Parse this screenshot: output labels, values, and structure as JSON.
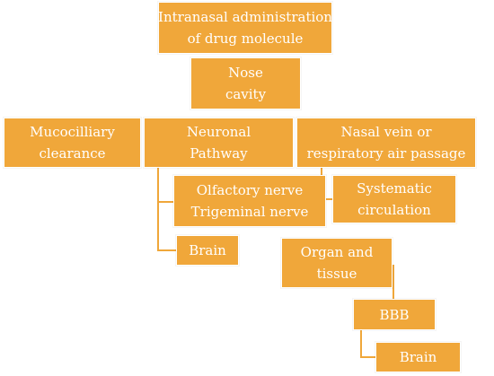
{
  "diagram": {
    "root": {
      "lines": [
        "Intranasal administration",
        "of drug molecule"
      ]
    },
    "nose_cavity": {
      "lines": [
        "Nose",
        "cavity"
      ]
    },
    "mucociliary": {
      "lines": [
        "Mucocilliary",
        "clearance"
      ]
    },
    "neuronal": {
      "lines": [
        "Neuronal",
        "Pathway"
      ]
    },
    "nasal_vein": {
      "lines": [
        "Nasal vein or",
        "respiratory air passage"
      ]
    },
    "nerves": {
      "lines": [
        "Olfactory nerve",
        "Trigeminal nerve"
      ]
    },
    "systematic": {
      "lines": [
        "Systematic",
        "circulation"
      ]
    },
    "brain_neuronal": {
      "lines": [
        "Brain"
      ]
    },
    "organ_tissue": {
      "lines": [
        "Organ and",
        "tissue"
      ]
    },
    "bbb": {
      "lines": [
        "BBB"
      ]
    },
    "brain_bbb": {
      "lines": [
        "Brain"
      ]
    }
  },
  "colors": {
    "box_fill": "#f0a73a",
    "box_text": "#ffffff",
    "connector": "#f0a73a"
  }
}
